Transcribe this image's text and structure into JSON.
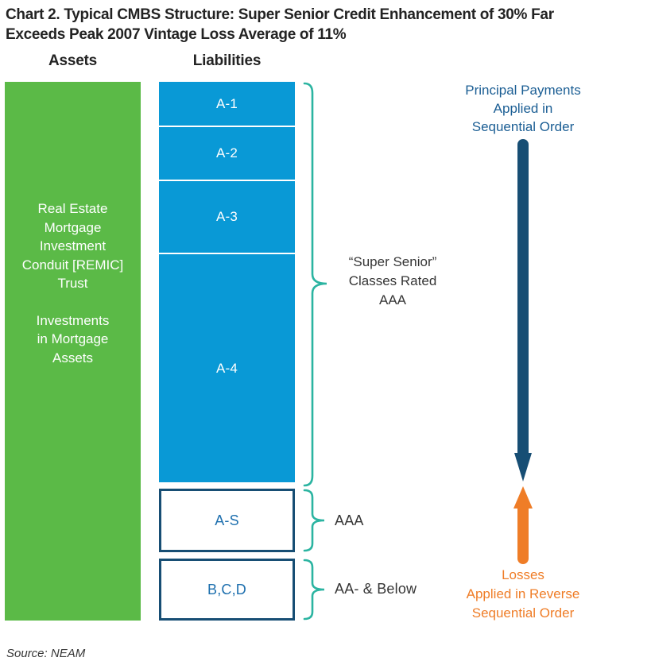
{
  "title": "Chart 2. Typical CMBS Structure: Super Senior Credit Enhancement of 30% Far\nExceeds Peak 2007 Vintage Loss Average of 11%",
  "headers": {
    "assets": "Assets",
    "liabilities": "Liabilities"
  },
  "assets_box": {
    "remic_text": "Real Estate\nMortgage\nInvestment\nConduit [REMIC]\nTrust",
    "investments_text": "Investments\nin Mortgage\nAssets"
  },
  "liabilities": {
    "senior_tranches": [
      {
        "label": "A-1"
      },
      {
        "label": "A-2"
      },
      {
        "label": "A-3"
      },
      {
        "label": "A-4"
      }
    ],
    "senior_brace_label": "“Super Senior”\nClasses Rated\nAAA",
    "mezzanine_tranches": [
      {
        "label": "A-S",
        "rating": "AAA"
      },
      {
        "label": "B,C,D",
        "rating": "AA- & Below"
      }
    ]
  },
  "annotations": {
    "principal": "Principal Payments\nApplied in\nSequential Order",
    "losses": "Losses\nApplied in Reverse\nSequential Order"
  },
  "source": "Source: NEAM",
  "colors": {
    "asset_green": "#5bba47",
    "tranche_blue": "#0999d6",
    "navy": "#174e74",
    "teal_brace": "#2bb4a1",
    "orange": "#ef7d27",
    "blue_text": "#1d6fae",
    "principal_text": "#1b5e94",
    "dark_text": "#232323",
    "gray_text": "#363636"
  }
}
